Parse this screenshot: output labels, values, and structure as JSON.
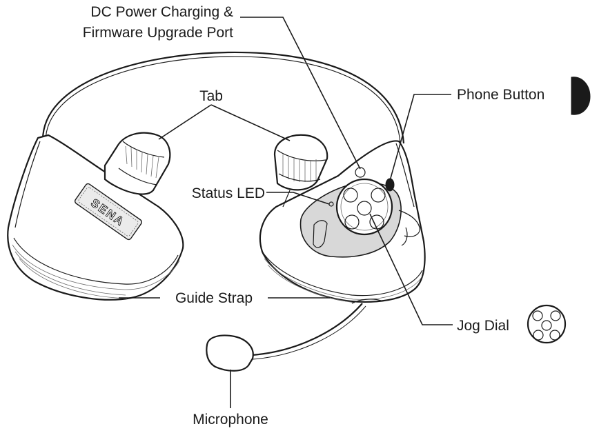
{
  "labels": {
    "dc_port_line1": "DC Power Charging &",
    "dc_port_line2": "Firmware Upgrade Port",
    "tab": "Tab",
    "phone_button": "Phone Button",
    "status_led": "Status LED",
    "guide_strap": "Guide Strap",
    "jog_dial": "Jog Dial",
    "microphone": "Microphone"
  },
  "logo_text": "SENA"
}
